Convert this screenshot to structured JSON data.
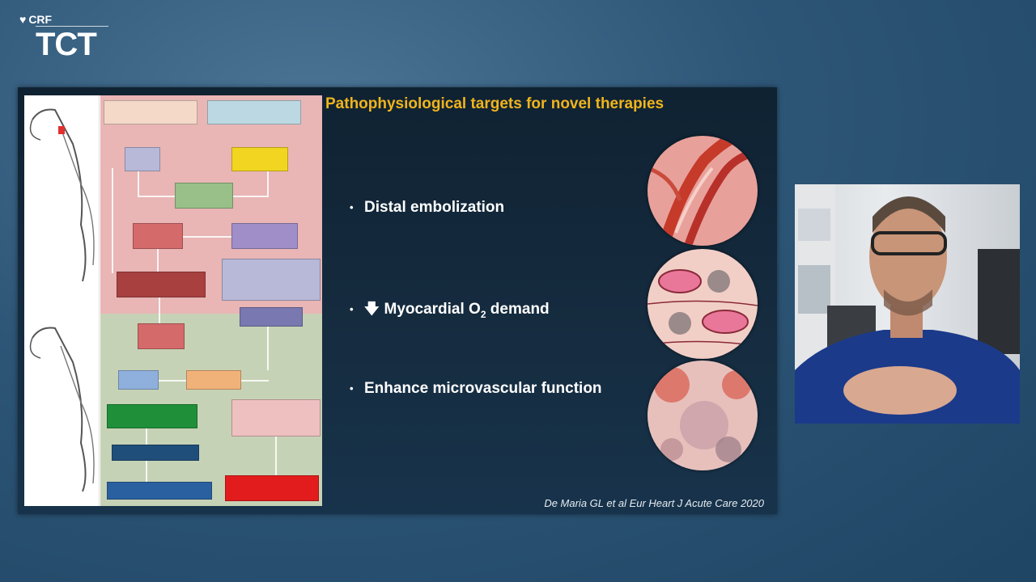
{
  "brand": {
    "crf": "CRF",
    "tct": "TCT"
  },
  "slide": {
    "title": "Pathophysiological targets for novel therapies",
    "bullets": [
      {
        "text": "Distal embolization",
        "prefix": ""
      },
      {
        "text": "Myocardial O",
        "prefix": "arrow-down",
        "sub": "2",
        "suffix": " demand"
      },
      {
        "text": "Enhance microvascular function",
        "prefix": ""
      }
    ],
    "citation": "De Maria GL et al Eur Heart J Acute Care 2020"
  },
  "colors": {
    "title": "#f0b41c",
    "pink_panel": "#e9b5b5",
    "green_panel": "#c6d2b5"
  },
  "icons": [
    "heart-icon",
    "arrow-down-icon"
  ]
}
